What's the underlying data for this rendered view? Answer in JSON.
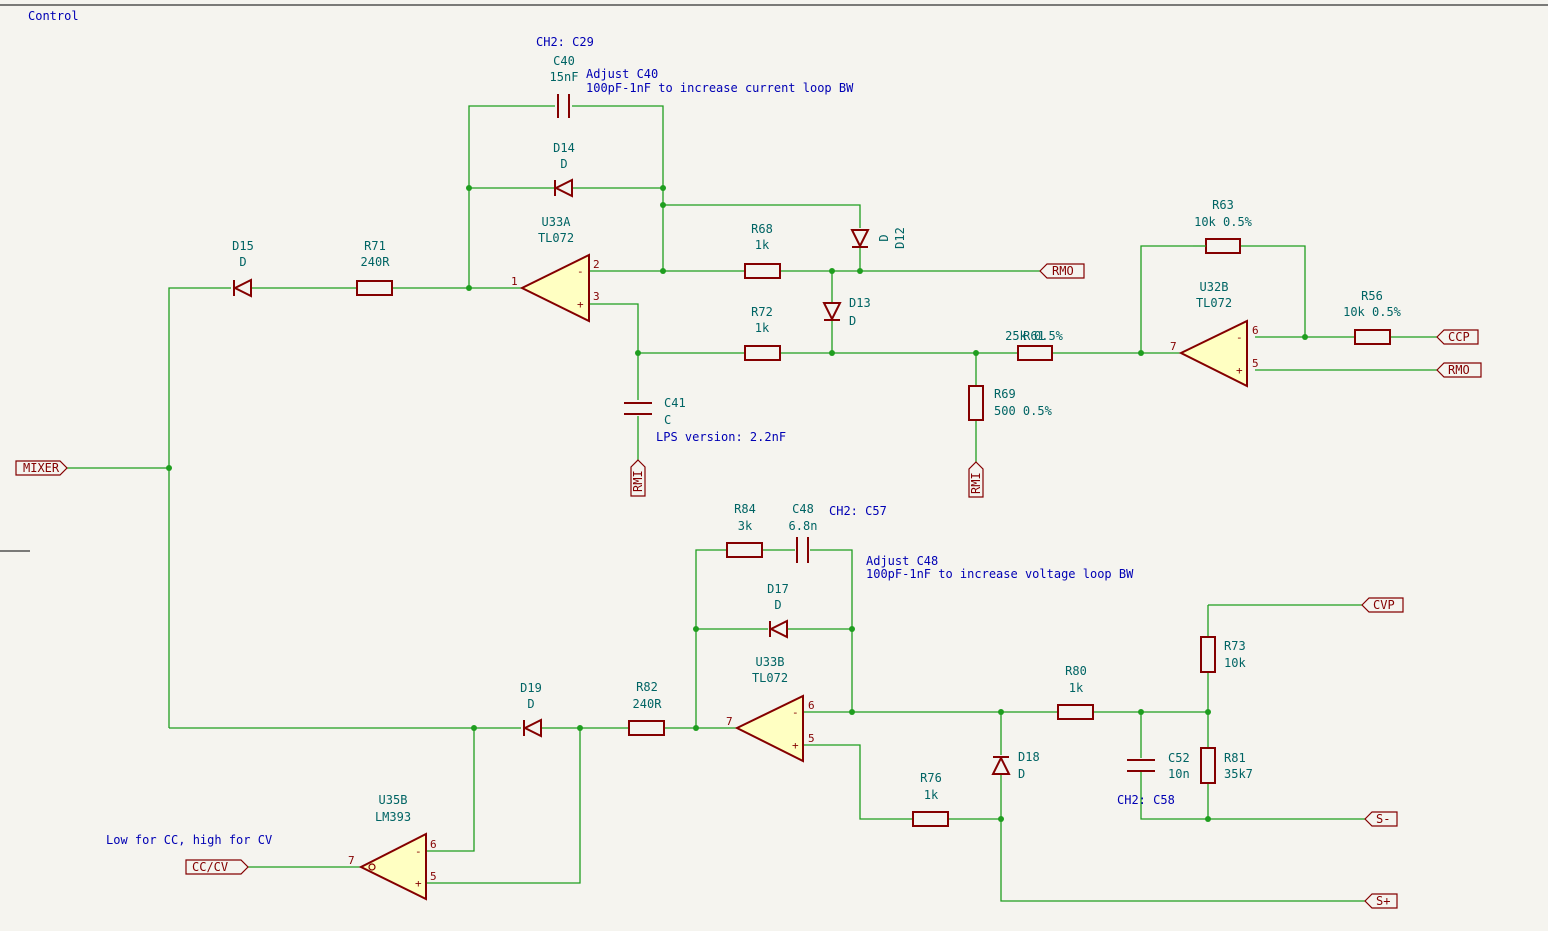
{
  "sheet": {
    "title": "Control",
    "notes": {
      "ch2_c29": "CH2: C29",
      "adjust_c40_1": "Adjust C40",
      "adjust_c40_2": "100pF-1nF to increase current loop BW",
      "lps_version": "LPS version: 2.2nF",
      "ch2_c57": "CH2: C57",
      "adjust_c48_1": "Adjust C48",
      "adjust_c48_2": "100pF-1nF to increase voltage loop BW",
      "ch2_c58": "CH2: C58",
      "low_high": "Low for CC, high for CV"
    }
  },
  "labels": {
    "mixer": "MIXER",
    "rmo_top": "RMO",
    "ccp": "CCP",
    "rmo_right": "RMO",
    "rmi_left": "RMI",
    "rmi_right": "RMI",
    "cvp": "CVP",
    "s_minus": "S-",
    "s_plus": "S+",
    "cc_cv": "CC/CV"
  },
  "components": {
    "c40": {
      "ref": "C40",
      "value": "15nF"
    },
    "d14": {
      "ref": "D14",
      "value": "D"
    },
    "u33a": {
      "ref": "U33A",
      "value": "TL072"
    },
    "d15": {
      "ref": "D15",
      "value": "D"
    },
    "r71": {
      "ref": "R71",
      "value": "240R"
    },
    "r68": {
      "ref": "R68",
      "value": "1k"
    },
    "d12": {
      "ref": "D12",
      "value": "D"
    },
    "d13": {
      "ref": "D13",
      "value": "D"
    },
    "r72": {
      "ref": "R72",
      "value": "1k"
    },
    "c41": {
      "ref": "C41",
      "value": "C"
    },
    "r61": {
      "ref": "R61",
      "value": "25k 0.5%"
    },
    "r69": {
      "ref": "R69",
      "value": "500 0.5%"
    },
    "r63": {
      "ref": "R63",
      "value": "10k 0.5%"
    },
    "u32b": {
      "ref": "U32B",
      "value": "TL072"
    },
    "r56": {
      "ref": "R56",
      "value": "10k 0.5%"
    },
    "r84": {
      "ref": "R84",
      "value": "3k"
    },
    "c48": {
      "ref": "C48",
      "value": "6.8n"
    },
    "d17": {
      "ref": "D17",
      "value": "D"
    },
    "u33b": {
      "ref": "U33B",
      "value": "TL072"
    },
    "d19": {
      "ref": "D19",
      "value": "D"
    },
    "r82": {
      "ref": "R82",
      "value": "240R"
    },
    "r80": {
      "ref": "R80",
      "value": "1k"
    },
    "d18": {
      "ref": "D18",
      "value": "D"
    },
    "r76": {
      "ref": "R76",
      "value": "1k"
    },
    "c52": {
      "ref": "C52",
      "value": "10n"
    },
    "r73": {
      "ref": "R73",
      "value": "10k"
    },
    "r81": {
      "ref": "R81",
      "value": "35k7"
    },
    "u35b": {
      "ref": "U35B",
      "value": "LM393"
    }
  },
  "pins": {
    "u33a_1": "1",
    "u33a_2": "2",
    "u33a_3": "3",
    "u32b_5": "5",
    "u32b_6": "6",
    "u32b_7": "7",
    "u33b_5": "5",
    "u33b_6": "6",
    "u33b_7": "7",
    "u35b_5": "5",
    "u35b_6": "6",
    "u35b_7": "7",
    "minus": "-",
    "plus": "+"
  },
  "colors": {
    "wire": "#1f9e1f",
    "part": "#840000",
    "opamp_fill": "#ffffc2",
    "ref_text": "#006464",
    "note_text": "#0000b4",
    "background": "#f5f4ef"
  }
}
